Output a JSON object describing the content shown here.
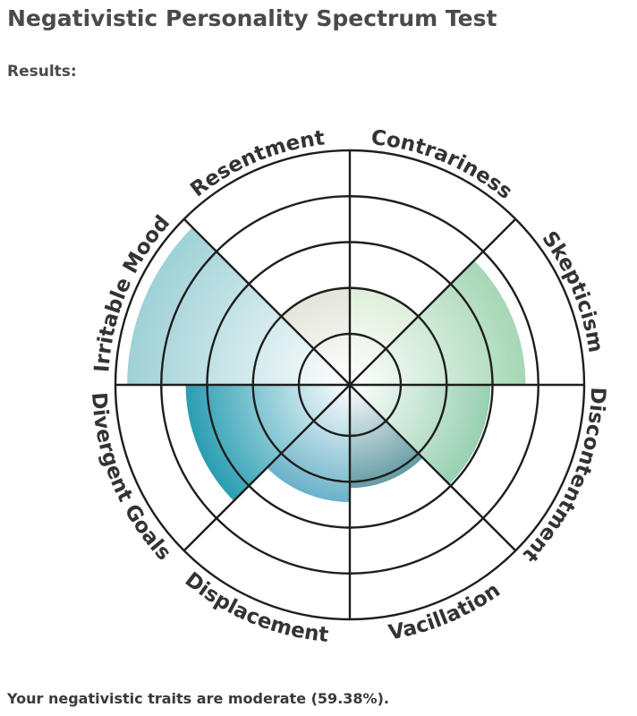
{
  "page": {
    "title": "Negativistic Personality Spectrum Test",
    "results_label": "Results:",
    "summary": "Your negativistic traits are moderate (59.38%)."
  },
  "chart_data": {
    "type": "polar-area",
    "title": "",
    "rings": 5,
    "range": [
      0,
      1
    ],
    "categories": [
      "Contrariness",
      "Skepticism",
      "Discontentment",
      "Vacillation",
      "Displacement",
      "Divergent Goals",
      "Irritable Mood",
      "Resentment"
    ],
    "values": [
      0.42,
      0.75,
      0.6,
      0.44,
      0.5,
      0.7,
      0.95,
      0.42
    ],
    "colors": [
      "#d8ebd3",
      "#a6d7b6",
      "#98d0b2",
      "#4f8e98",
      "#6ab2c9",
      "#2a9db2",
      "#9fd1d7",
      "#dedfd2"
    ]
  }
}
